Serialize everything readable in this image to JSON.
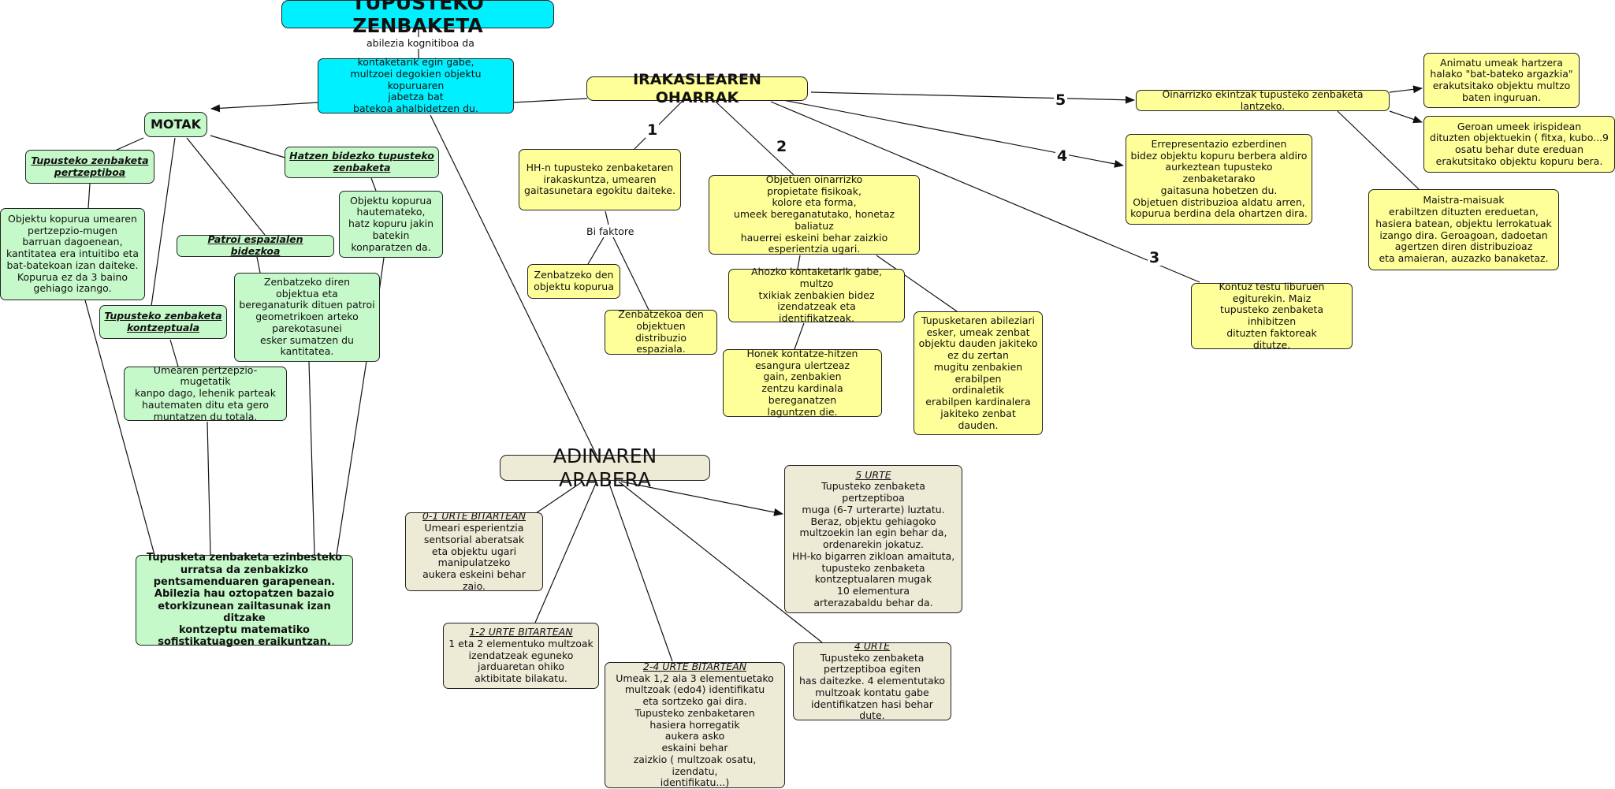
{
  "nodes": {
    "main": "TUPUSTEKO ZENBAKETA",
    "def": "kontaketarik egin gabe,\nmultzoei degokien objektu kopuruaren\njabetza bat\nbatekoa ahalbidetzen du.",
    "motak": "MOTAK",
    "pertzeptiboa": "Tupusteko zenbaketa\npertzeptiboa",
    "pertzeptiboa_desc": "Objektu kopurua umearen\npertzepzio-mugen\nbarruan dagoenean,\nkantitatea era intuitibo eta\nbat-batekoan izan daiteke.\nKopurua ez da 3 baino\ngehiago izango.",
    "hatzen": "Hatzen bidezko tupusteko\nzenbaketa",
    "hatzen_desc": "Objektu kopurua\nhautemateko,\nhatz kopuru jakin\nbatekin\nkonparatzen da.",
    "patroi": "Patroi espazialen bidezkoa",
    "patroi_desc": "Zenbatzeko diren\nobjektua eta\nbereganaturik dituen patroi\ngeometrikoen arteko\nparekotasunei\nesker sumatzen du\nkantitatea.",
    "kontzeptuala": "Tupusteko zenbaketa\nkontzeptuala",
    "kontzeptuala_desc": "Umearen pertzepzio-mugetatik\nkanpo dago, lehenik parteak\nhautematen ditu eta gero\nmuntatzen du totala.",
    "ezinbesteko": "Tupusketa zenbaketa ezinbesteko\nurratsa da zenbakizko\npentsamenduaren garapenean.\nAbilezia hau oztopatzen bazaio\netorkizunean zailtasunak izan ditzake\nkontzeptu matematiko\nsofistikatuagoen eraikuntzan.",
    "oharrak": "IRAKASLEAREN OHARRAK",
    "hh": "HH-n tupusteko zenbaketaren\nirakaskuntza, umearen\ngaitasunetara egokitu daiteke.",
    "kopurua": "Zenbatzeko den\nobjektu kopurua",
    "distribuzio": "Zenbatzekoa den\nobjektuen distribuzio\nespaziala.",
    "oinarrizko": "Objetuen oinarrizko\npropietate fisikoak,\nkolore eta forma,\numeek bereganatutako, honetaz baliatuz\nhauerrei eskeini behar zaizkio\nesperientzia ugari.",
    "ahozko": "Ahozko kontaketarik gabe, multzo\ntxikiak zenbakien bidez\nizendatzeak eta\nidentifikatzeak.",
    "honek": "Honek kontatze-hitzen\nesangura ulertzeaz\ngain, zenbakien\nzentzu kardinala bereganatzen\nlaguntzen die.",
    "abileziari": "Tupusketaren abileziari\nesker, umeak zenbat\nobjektu dauden jakiteko\nez du zertan\nmugitu zenbakien\nerabilpen\nordinaletik\nerabilpen kardinalera\njakiteko zenbat\ndauden.",
    "errepresentazio": "Errepresentazio ezberdinen\nbidez objektu kopuru berbera aldiro\naurkeztean tupusteko\nzenbaketarako\ngaitasuna hobetzen du.\nObjetuen distribuzioa aldatu arren,\nkopurua berdina dela ohartzen dira.",
    "kontuz": "Kontuz testu liburuen\negiturekin. Maiz\ntupusteko zenbaketa inhibitzen\ndituzten faktoreak\nditutze.",
    "ekintzak": "Oinarrizko ekintzak tupusteko zenbaketa lantzeko.",
    "animatu": "Animatu umeak hartzera\nhalako \"bat-bateko argazkia\"\nerakutsitako objektu multzo\nbaten inguruan.",
    "geroan": "Geroan umeek irispidean\ndituzten objektuekin ( fitxa, kubo...9\nosatu behar dute ereduan\nerakutsitako objektu kopuru bera.",
    "maistra": "Maistra-maisuak\nerabiltzen dituzten ereduetan,\nhasiera batean, objektu lerrokatuak\nizango dira. Geroagoan, dadoetan\nagertzen diren distribuzioaz\neta amaieran, auzazko banaketaz.",
    "adinaren": "ADINAREN ARABERA",
    "u01_h": "0-1 URTE BITARTEAN",
    "u01": "Umeari esperientzia\nsentsorial aberatsak\neta objektu ugari\nmanipulatzeko\naukera eskeini behar zaio.",
    "u12_h": "1-2 URTE BITARTEAN",
    "u12": "1 eta 2 elementuko multzoak\nizendatzeak eguneko\njarduaretan ohiko\naktibitate bilakatu.",
    "u24_h": "2-4 URTE BITARTEAN",
    "u24": "Umeak 1,2 ala 3 elementuetako\nmultzoak (edo4) identifikatu\neta sortzeko gai dira.\nTupusteko zenbaketaren\nhasiera horregatik\naukera asko\neskaini behar\nzaizkio ( multzoak osatu, izendatu,\nidentifikatu...)",
    "u4_h": "4 URTE",
    "u4": "Tupusteko zenbaketa\npertzeptiboa egiten\nhas daitezke. 4 elementutako\nmultzoak kontatu gabe\nidentifikatzen hasi behar dute.",
    "u5_h": "5 URTE",
    "u5": "Tupusteko zenbaketa pertzeptiboa\nmuga (6-7 urterarte) luztatu.\nBeraz, objektu gehiagoko\nmultzoekin lan egin behar da,\nordenarekin jokatuz.\nHH-ko bigarren zikloan amaituta,\ntupusteko zenbaketa\nkontzeptualaren mugak\n10 elementura\narterazabaldu behar da."
  },
  "labels": {
    "abilezia": "abilezia kognitiboa da",
    "bifaktore": "Bi faktore",
    "n1": "1",
    "n2": "2",
    "n3": "3",
    "n4": "4",
    "n5": "5"
  }
}
